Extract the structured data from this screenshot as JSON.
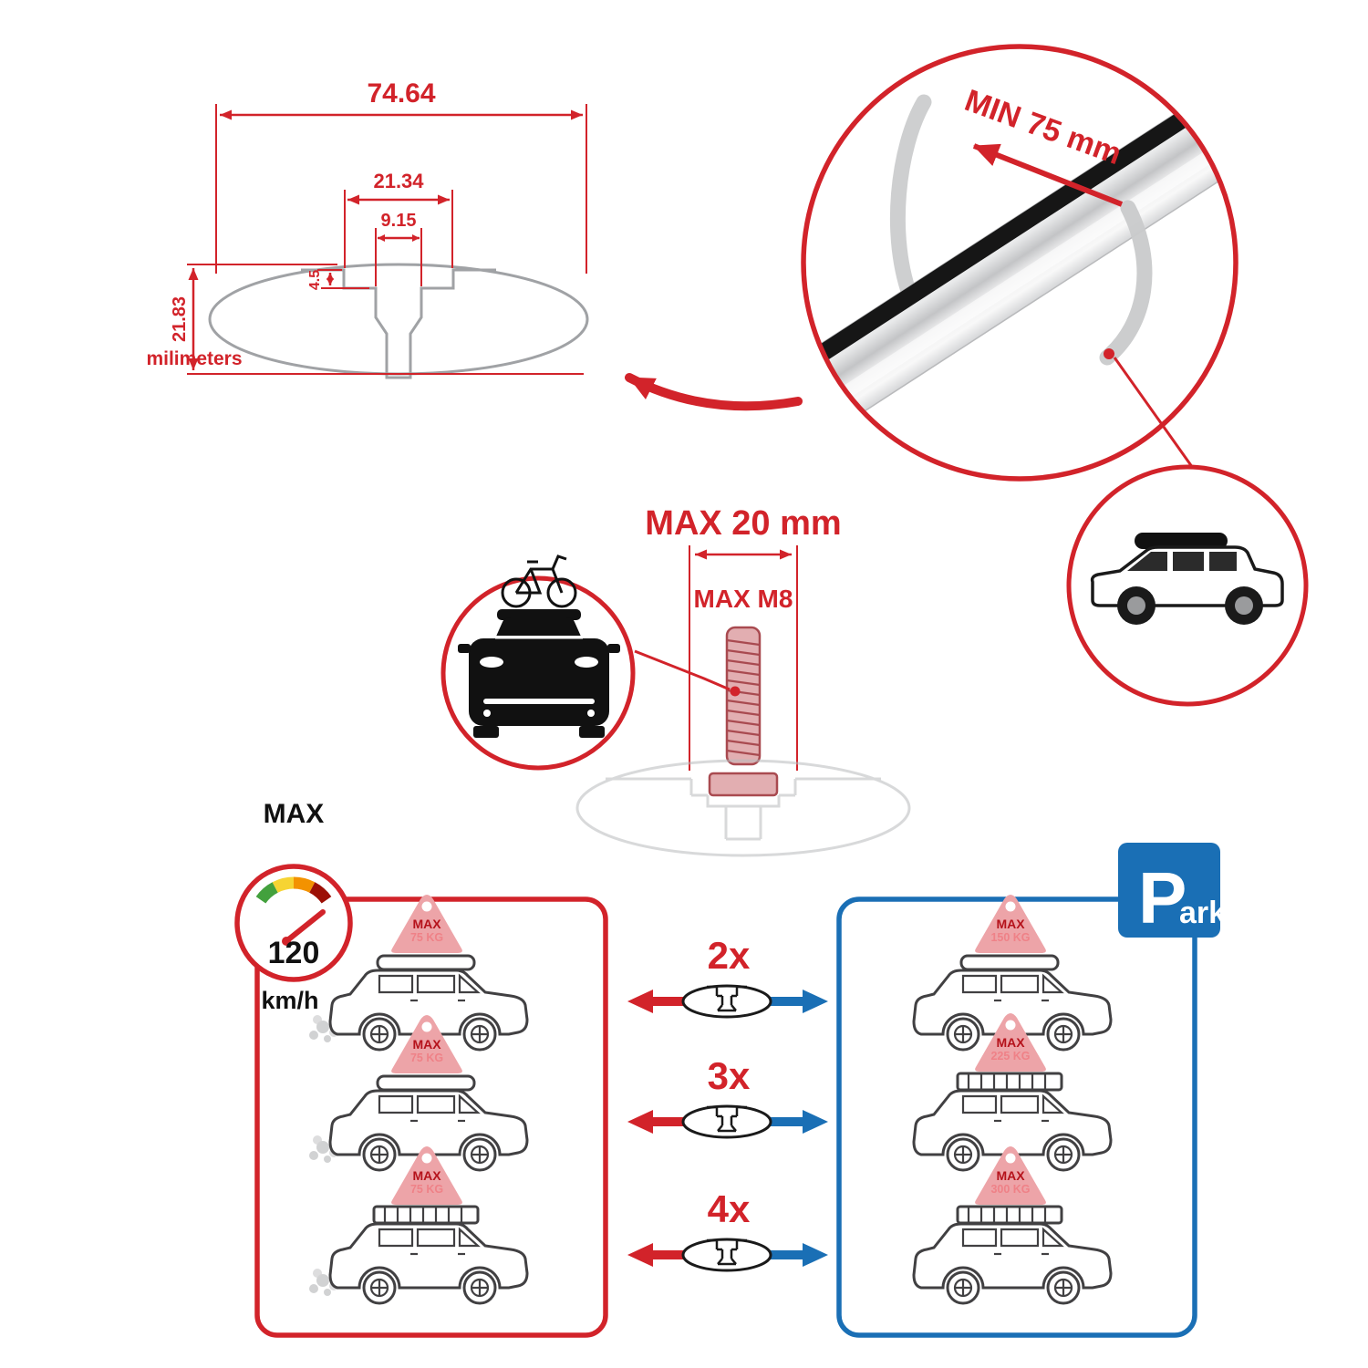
{
  "colors": {
    "red": "#d2232a",
    "blue": "#1a6fb5",
    "sign_pink": "#eda4a8",
    "outline_gray": "#a0a2a5"
  },
  "technical_drawing": {
    "total_width": "74.64",
    "channel_width": "21.34",
    "slot_width": "9.15",
    "lip_depth": "4.5",
    "total_height": "21.83",
    "units": "milimeters"
  },
  "crossbar_detail": {
    "min_span": "MIN 75 mm"
  },
  "bolt_detail": {
    "max_length": "MAX 20 mm",
    "max_thread": "MAX M8"
  },
  "speed_limit": {
    "label": "MAX",
    "value": "120",
    "unit": "km/h"
  },
  "driving_cars": [
    {
      "sign_title": "MAX",
      "sign_load": "75 KG"
    },
    {
      "sign_title": "MAX",
      "sign_load": "75 KG"
    },
    {
      "sign_title": "MAX",
      "sign_load": "75 KG"
    }
  ],
  "bar_counts": [
    "2x",
    "3x",
    "4x"
  ],
  "parking": {
    "sign_p": "P",
    "sign_ark": "ark",
    "cars": [
      {
        "sign_title": "MAX",
        "sign_load": "150 KG"
      },
      {
        "sign_title": "MAX",
        "sign_load": "225 KG"
      },
      {
        "sign_title": "MAX",
        "sign_load": "300 KG"
      }
    ]
  }
}
